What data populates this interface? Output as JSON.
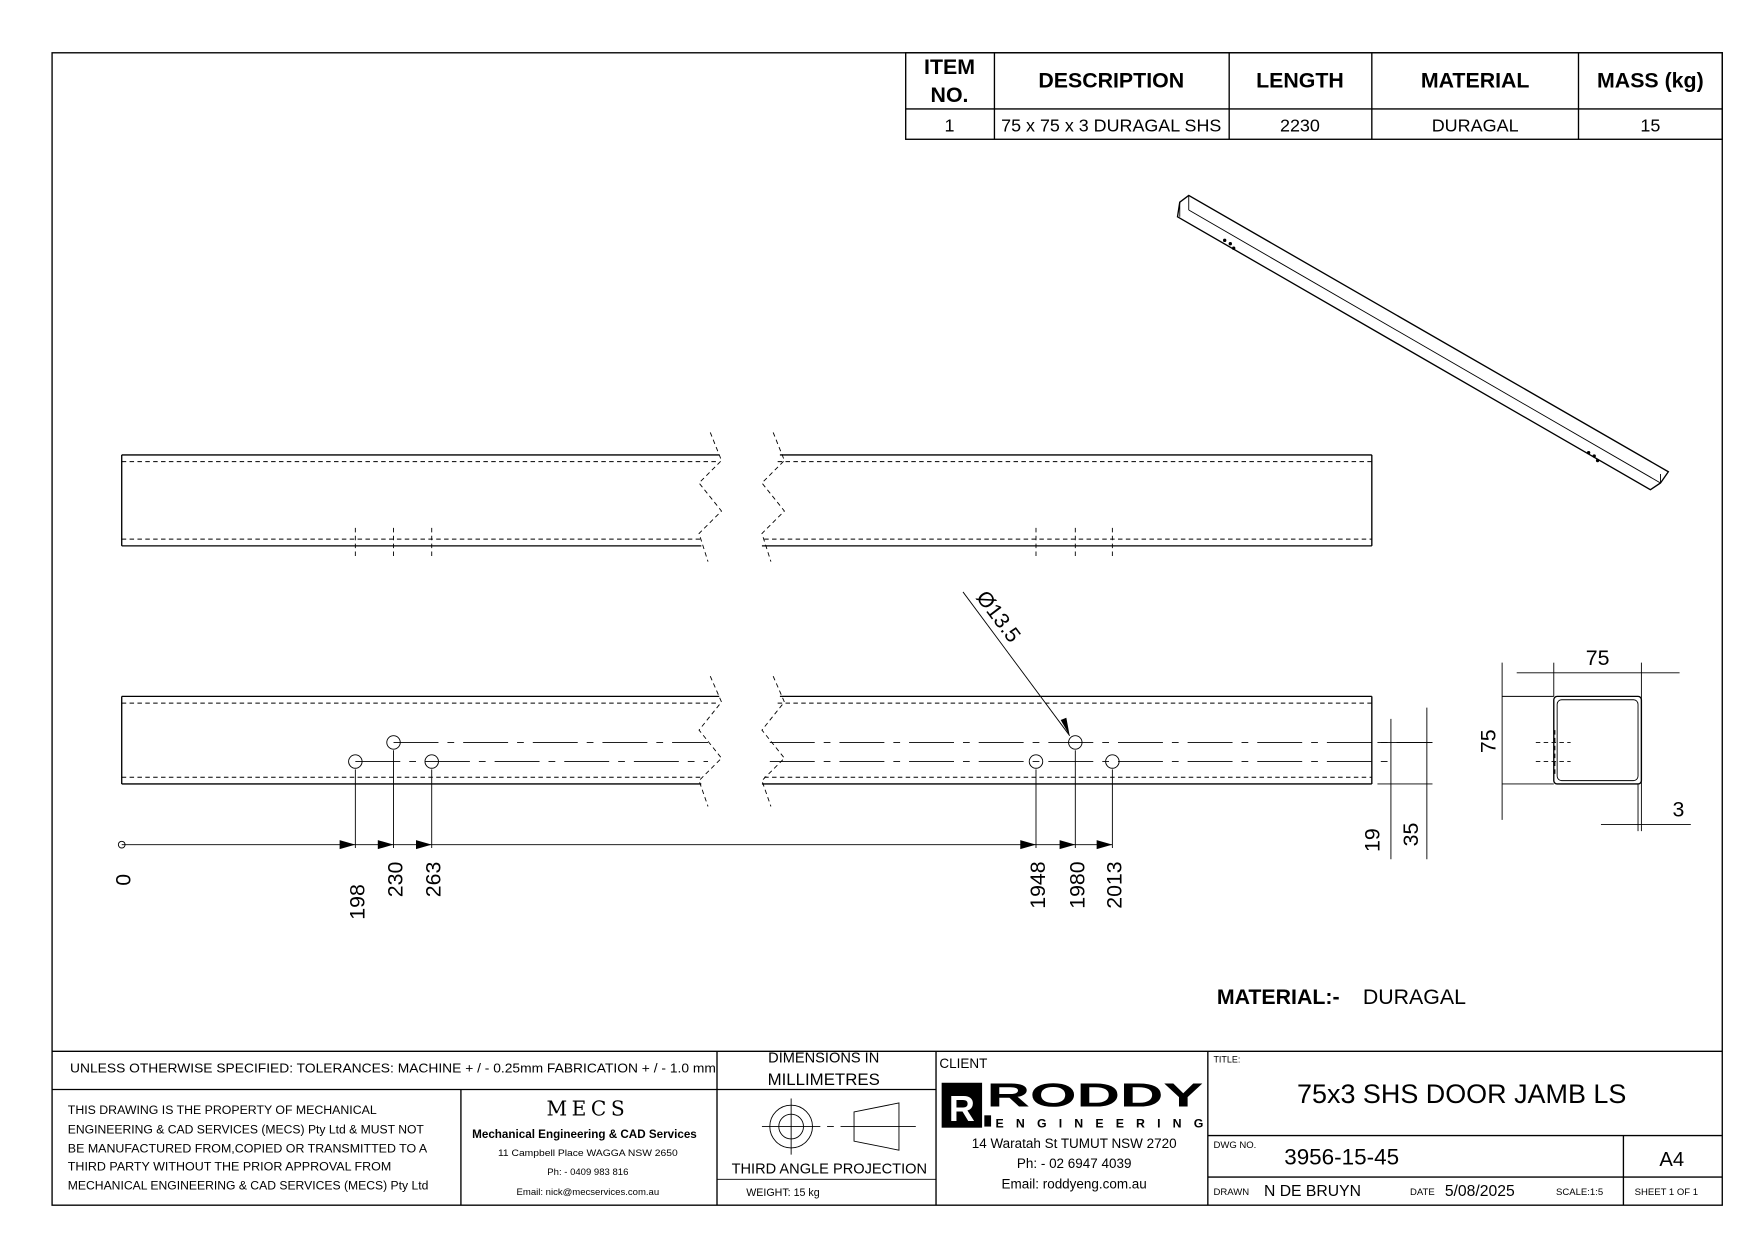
{
  "bom": {
    "headers": {
      "item": "ITEM",
      "item2": "NO.",
      "description": "DESCRIPTION",
      "length": "LENGTH",
      "material": "MATERIAL",
      "mass": "MASS (kg)"
    },
    "rows": [
      {
        "item": "1",
        "description": "75 x 75 x 3 DURAGAL SHS",
        "length": "2230",
        "material": "DURAGAL",
        "mass": "15"
      }
    ]
  },
  "dimensions": {
    "origin": "0",
    "positions": [
      "198",
      "230",
      "263",
      "1948",
      "1980",
      "2013"
    ],
    "hole_diameter": "Ø13.5",
    "vertical": [
      "19",
      "35"
    ],
    "section_width": "75",
    "section_height": "75",
    "wall_thickness": "3"
  },
  "material_note": {
    "label": "MATERIAL:-",
    "value": "DURAGAL"
  },
  "title_block": {
    "tolerances": "UNLESS OTHERWISE SPECIFIED: TOLERANCES: MACHINE + / - 0.25mm  FABRICATION + / - 1.0 mm",
    "units_line1": "DIMENSIONS IN",
    "units_line2": "MILLIMETRES",
    "property_notice": [
      "THIS DRAWING IS THE PROPERTY OF MECHANICAL",
      "ENGINEERING & CAD SERVICES (MECS) Pty Ltd & MUST NOT",
      "BE MANUFACTURED FROM,COPIED OR TRANSMITTED TO A",
      "THIRD PARTY WITHOUT THE PRIOR APPROVAL FROM",
      "MECHANICAL ENGINEERING & CAD SERVICES (MECS) Pty Ltd"
    ],
    "company": {
      "logo": "MECS",
      "name": "Mechanical Engineering & CAD Services",
      "address": "11 Campbell Place WAGGA NSW 2650",
      "phone": "Ph: - 0409 983 816",
      "email": "Email: nick@mecservices.com.au"
    },
    "projection": "THIRD ANGLE PROJECTION",
    "weight": "WEIGHT: 15 kg",
    "client_label": "CLIENT",
    "client": {
      "logo_main": "RODDY",
      "logo_sub": "ENGINEERING",
      "address": "14 Waratah St TUMUT NSW 2720",
      "phone": "Ph: - 02 6947 4039",
      "email": "Email: roddyeng.com.au"
    },
    "title_label": "TITLE:",
    "title": "75x3 SHS DOOR JAMB LS",
    "dwg_label": "DWG NO.",
    "dwg_no": "3956-15-45",
    "size": "A4",
    "drawn_label": "DRAWN",
    "drawn_by": "N DE BRUYN",
    "date_label": "DATE",
    "date": "5/08/2025",
    "scale": "SCALE:1:5",
    "sheet": "SHEET 1 OF 1"
  }
}
